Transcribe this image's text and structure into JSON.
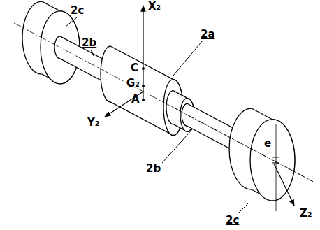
{
  "diagram": {
    "labels": [
      "2c",
      "2b",
      "2a",
      "X₂",
      "C",
      "G₂",
      "A",
      "Y₂",
      "2b",
      "e",
      "2c",
      "Z₂"
    ]
  }
}
